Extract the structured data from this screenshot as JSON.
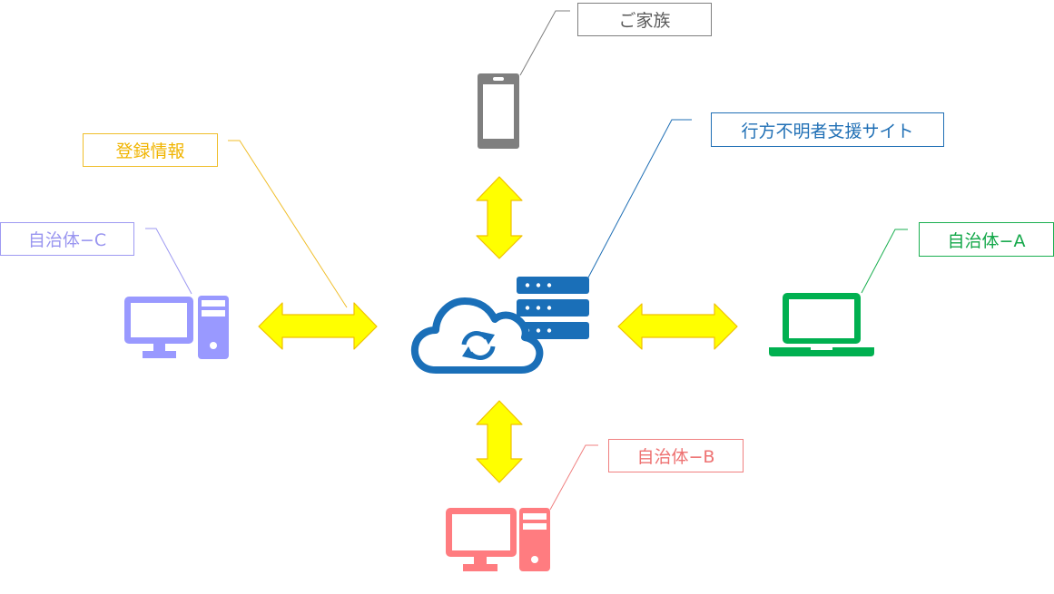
{
  "diagram": {
    "center": {
      "name": "行方不明者支援サイト",
      "icon": "cloud-sync-server-icon",
      "color": "#1a6fb8"
    },
    "nodes": [
      {
        "id": "family",
        "label": "ご家族",
        "icon": "smartphone-icon",
        "color": "#7f7f7f"
      },
      {
        "id": "city-a",
        "label": "自治体−A",
        "icon": "laptop-icon",
        "color": "#00b050"
      },
      {
        "id": "city-b",
        "label": "自治体−B",
        "icon": "desktop-pc-icon",
        "color": "#ff7c80"
      },
      {
        "id": "city-c",
        "label": "自治体−C",
        "icon": "desktop-pc-icon",
        "color": "#9999ff"
      }
    ],
    "annotations": [
      {
        "id": "registration",
        "label": "登録情報",
        "color": "#f0b400",
        "points_to": "arrow-left"
      }
    ],
    "arrows": [
      {
        "id": "arrow-top",
        "between": [
          "family",
          "center"
        ],
        "direction": "bidirectional",
        "fill": "#ffff00"
      },
      {
        "id": "arrow-right",
        "between": [
          "center",
          "city-a"
        ],
        "direction": "bidirectional",
        "fill": "#ffff00"
      },
      {
        "id": "arrow-bottom",
        "between": [
          "center",
          "city-b"
        ],
        "direction": "bidirectional",
        "fill": "#ffff00"
      },
      {
        "id": "arrow-left",
        "between": [
          "city-c",
          "center"
        ],
        "direction": "bidirectional",
        "fill": "#ffff00"
      }
    ]
  },
  "labels": {
    "family": "ご家族",
    "site": "行方不明者支援サイト",
    "registration": "登録情報",
    "city_a": "自治体−A",
    "city_b": "自治体−B",
    "city_c": "自治体−C"
  }
}
